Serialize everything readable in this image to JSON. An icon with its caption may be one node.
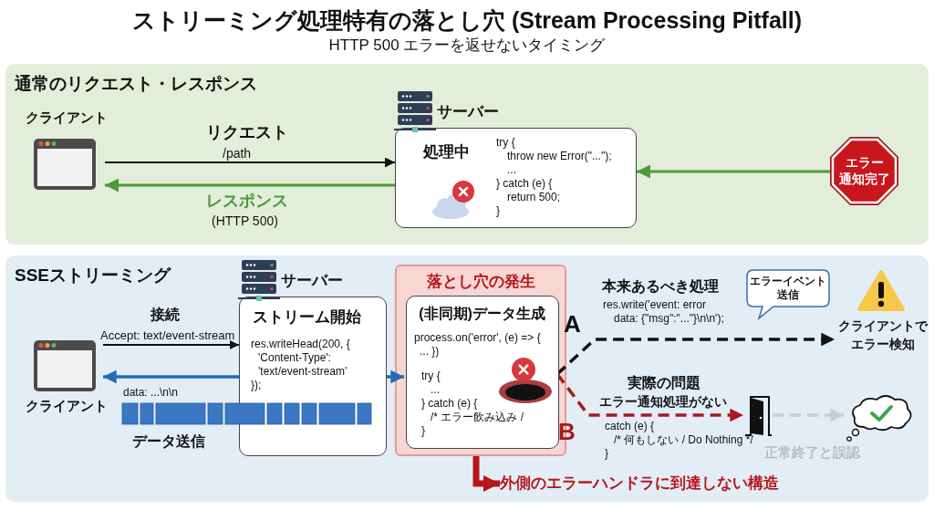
{
  "diagram": {
    "title": "ストリーミング処理特有の落とし穴 (Stream Processing Pitfall)",
    "nodes": [
      {
        "text": [
          "通常のリクエスト・レスポンス"
        ]
      },
      {
        "text": [
          "クライアント"
        ],
        "in": 0
      },
      {
        "text": [
          "サーバー",
          "処理中",
          "try { throw new Error(\"...\"); ... } catch (e) { return 500; }"
        ],
        "in": 0
      },
      {
        "text": [
          "エラー通知完了"
        ],
        "in": 0
      },
      {
        "text": [
          "SSEストリーミング"
        ]
      },
      {
        "text": [
          "クライアント"
        ],
        "in": 4
      },
      {
        "text": [
          "サーバー",
          "ストリーム開始",
          "res.writeHead(200, { 'Content-Type': 'text/event-stream' });"
        ],
        "in": 4
      },
      {
        "text": [
          "落とし穴の発生"
        ],
        "in": 4
      },
      {
        "text": [
          "(非同期)データ生成",
          "process.on('error', (e) => { ... })",
          "try { ... } catch (e) { /* エラー飲み込み / }"
        ],
        "in": 7
      },
      {
        "text": [
          "エラーイベント送信"
        ],
        "in": 4
      },
      {
        "text": [
          "クライアントでエラー検知"
        ],
        "in": 4
      },
      {
        "text": [],
        "shape": "door",
        "in": 4
      },
      {
        "text": [],
        "shape": "cloud",
        "beside": [
          "正常終了と誤認"
        ],
        "in": 4
      },
      {
        "text": [
          "外側のエラーハンドラに到達しない構造"
        ],
        "in": 4
      }
    ],
    "edges": [
      {
        "from": 1,
        "to": 2,
        "arrow": "to",
        "label": "リクエスト"
      },
      {
        "from": 2,
        "to": 1,
        "arrow": "to",
        "label": "レスポンス",
        "color": "#4c9a3a"
      },
      {
        "from": 3,
        "to": 2,
        "arrow": "to",
        "color": "#4c9a3a"
      },
      {
        "from": 5,
        "to": 6,
        "arrow": "to",
        "label": "Accept: text/event-stream"
      },
      {
        "from": 6,
        "to": 5,
        "arrow": "to",
        "color": "#1f6db4"
      },
      {
        "from": 6,
        "to": 8,
        "arrow": "to",
        "color": "#1f6db4"
      },
      {
        "from": 8,
        "to": 10,
        "arrow": "to",
        "label": "A",
        "style": "dashed"
      },
      {
        "from": 8,
        "to": 11,
        "arrow": "to",
        "label": "B",
        "style": "dashed",
        "color": "#a51c1c"
      },
      {
        "from": 11,
        "to": 12,
        "arrow": "to",
        "style": "dashed",
        "color": "#c9cdd2"
      },
      {
        "from": 7,
        "to": 13,
        "arrow": "to",
        "style": "thick",
        "color": "#b5161b"
      }
    ],
    "labels": [
      "HTTP 500 エラーを返せないタイミング",
      "/path",
      "(HTTP 500)",
      "接続",
      "本来あるべき処理",
      "res.write('event: error data: {\"msg\":\"...\"}\\n\\n');",
      "data: ...\\n\\n",
      "実際の問題",
      "エラー通知処理がない",
      "catch (e) { /* 何もしない / Do Nothing */ }",
      "データ送信"
    ]
  }
}
